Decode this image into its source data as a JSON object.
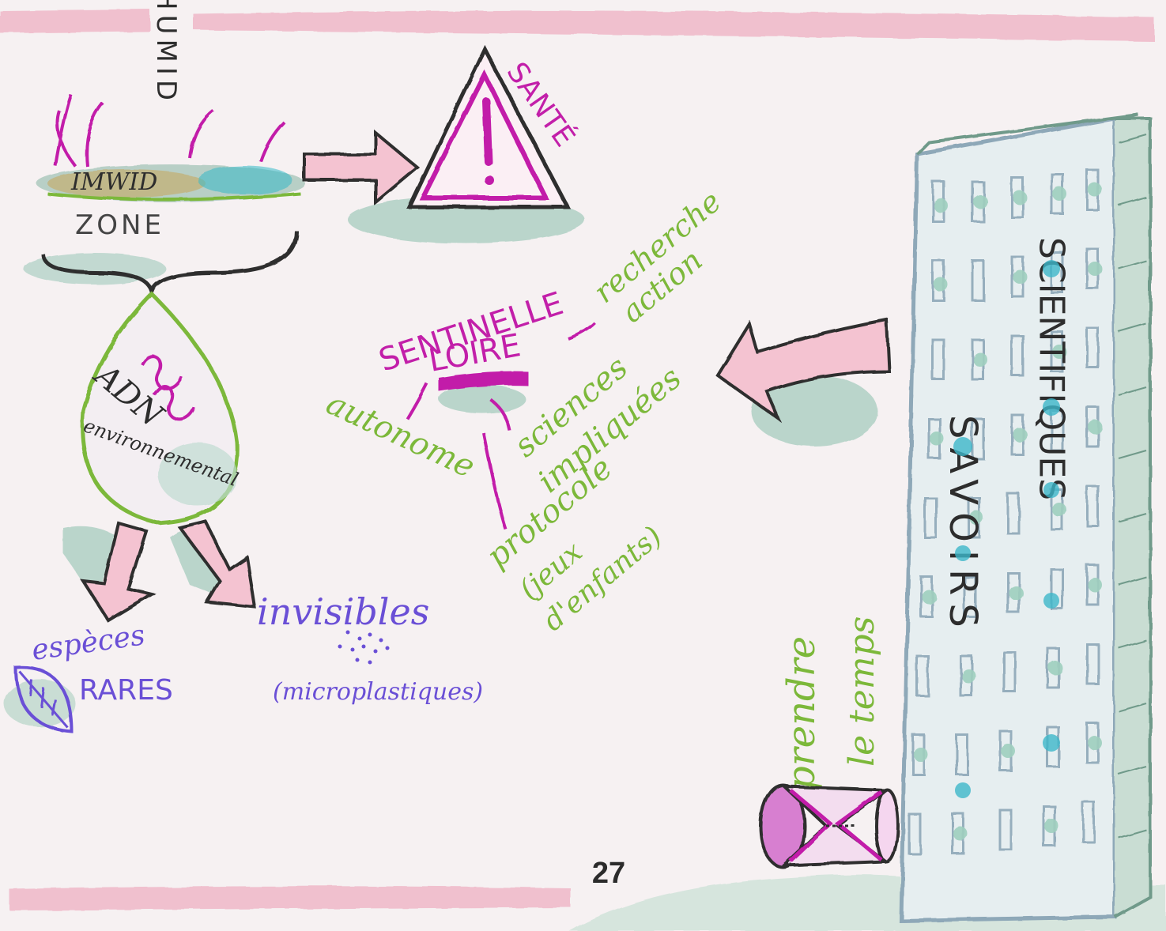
{
  "colors": {
    "background": "#f6f1f2",
    "pink_band": "#f0b8c8",
    "magenta": "#c21fa9",
    "green": "#7cb83a",
    "purple": "#6a4fd6",
    "ink": "#2d2d2d",
    "teal": "#3db6c9",
    "wash_green": "#9fc9bb",
    "arrow_pink": "#f4c3d1"
  },
  "nodes": {
    "humid_vertical": "HUMID",
    "wetland_hand": "IMWID",
    "zone": "ZONE",
    "sante": "SANTÉ",
    "sentinelle": "SENTINELLE",
    "loire": "LOIRE",
    "recherche": "recherche",
    "action": "action",
    "autonome": "autonome",
    "sciences": "sciences",
    "impliquees": "impliquées",
    "protocole": "protocole",
    "jeux": "(jeux",
    "enfants": "d'enfants)",
    "adn": "ADN",
    "environnemental": "environnemental",
    "especes": "espèces",
    "rares": "RARES",
    "invisibles": "invisibles",
    "microplastiques": "(microplastiques)",
    "prendre": "prendre",
    "le_temps": "le temps",
    "savoirs": "SAVOIRS",
    "scientifiques": "SCIENTIFIQUES"
  },
  "page_number": "27"
}
